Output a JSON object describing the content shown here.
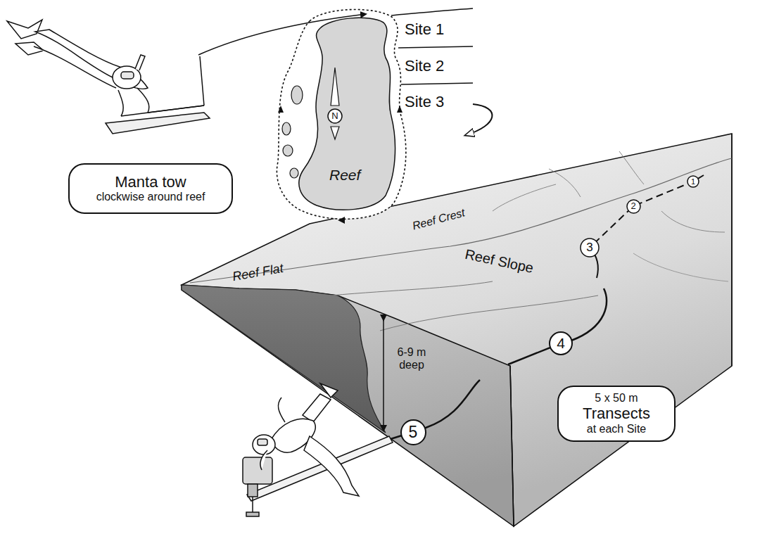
{
  "diagram": {
    "nodes": [
      {
        "text": [
          "Manta tow",
          "clockwise around reef"
        ]
      },
      {
        "text": [
          "N"
        ]
      },
      {
        "text": [
          "1"
        ]
      },
      {
        "text": [
          "2"
        ]
      },
      {
        "text": [
          "3"
        ]
      },
      {
        "text": [
          "4"
        ]
      },
      {
        "text": [
          "5"
        ]
      },
      {
        "text": [
          "5 x 50 m",
          "Transects",
          "at each Site"
        ]
      }
    ],
    "labels": [
      "Site 1",
      "Site 2",
      "Site 3",
      "Reef",
      "Reef Crest",
      "Reef Slope",
      "Reef Flat",
      "6-9 m deep"
    ]
  }
}
